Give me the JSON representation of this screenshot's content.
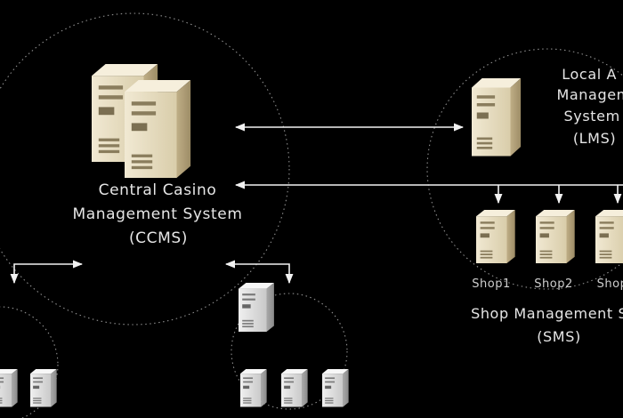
{
  "ccms": {
    "line1": "Central Casino",
    "line2": "Management System",
    "line3": "(CCMS)"
  },
  "lms": {
    "line1": "Local A",
    "line2": "Managem",
    "line3": "System",
    "line4": "(LMS)"
  },
  "shops": [
    {
      "label": "Shop1"
    },
    {
      "label": "Shop2"
    },
    {
      "label": "Shop"
    }
  ],
  "sms": {
    "line1": "Shop Management S",
    "line2": "(SMS)"
  },
  "colors": {
    "background": "#000000",
    "server_beige": "#e9dfc4",
    "server_grey": "#d8d8d8",
    "line": "#f2f2f2"
  }
}
